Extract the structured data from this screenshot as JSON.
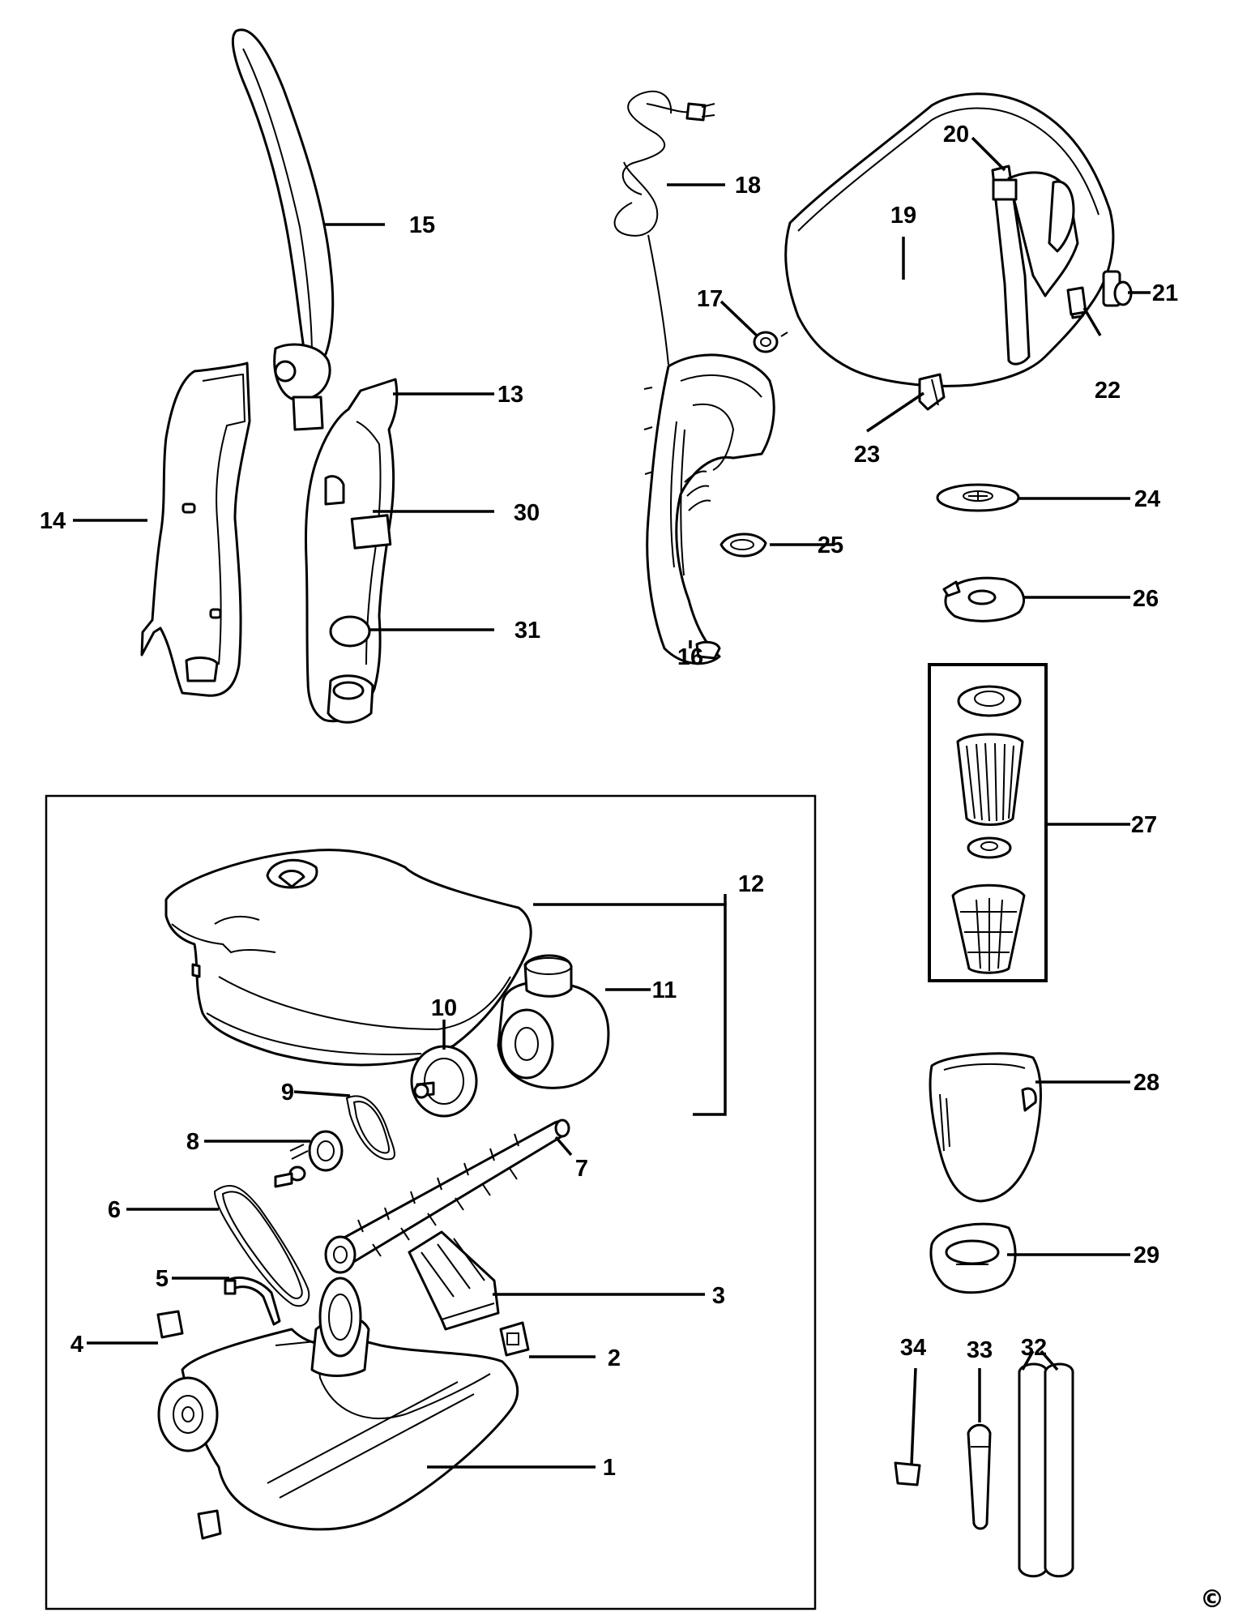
{
  "diagram": {
    "labels": [
      "1",
      "2",
      "3",
      "4",
      "5",
      "6",
      "7",
      "8",
      "9",
      "10",
      "11",
      "12",
      "13",
      "14",
      "15",
      "16",
      "17",
      "18",
      "19",
      "20",
      "21",
      "22",
      "23",
      "24",
      "25",
      "26",
      "27",
      "28",
      "29",
      "30",
      "31",
      "32",
      "33",
      "34"
    ],
    "copyright": "©"
  }
}
